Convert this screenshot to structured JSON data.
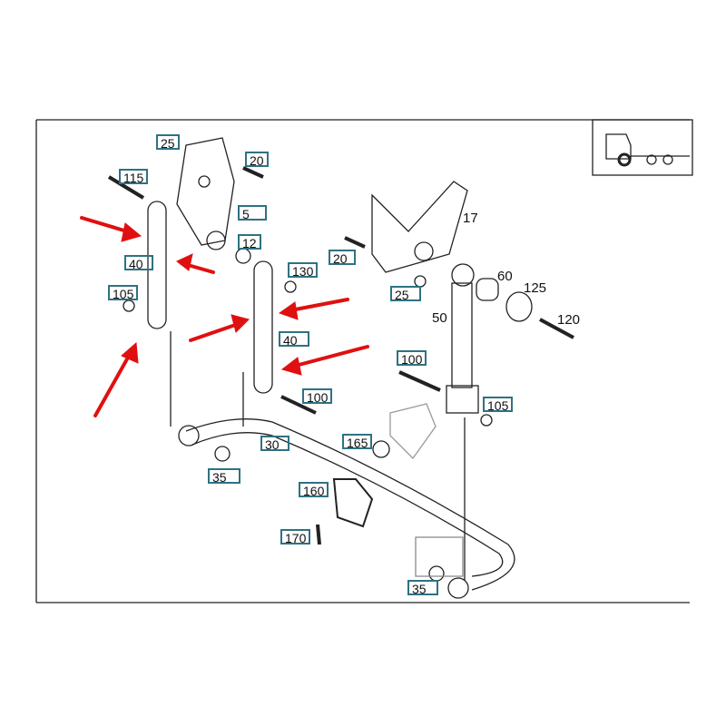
{
  "diagram": {
    "part_labels": [
      {
        "id": "25",
        "boxed": true
      },
      {
        "id": "20",
        "boxed": true
      },
      {
        "id": "115",
        "boxed": true
      },
      {
        "id": "5",
        "boxed": true
      },
      {
        "id": "12",
        "boxed": true
      },
      {
        "id": "40",
        "boxed": true
      },
      {
        "id": "105",
        "boxed": true
      },
      {
        "id": "130",
        "boxed": true
      },
      {
        "id": "20",
        "boxed": true
      },
      {
        "id": "17",
        "boxed": false
      },
      {
        "id": "25",
        "boxed": true
      },
      {
        "id": "60",
        "boxed": false
      },
      {
        "id": "125",
        "boxed": false
      },
      {
        "id": "50",
        "boxed": false
      },
      {
        "id": "120",
        "boxed": false
      },
      {
        "id": "40",
        "boxed": true
      },
      {
        "id": "100",
        "boxed": true
      },
      {
        "id": "100",
        "boxed": true
      },
      {
        "id": "105",
        "boxed": true
      },
      {
        "id": "30",
        "boxed": true
      },
      {
        "id": "165",
        "boxed": true
      },
      {
        "id": "35",
        "boxed": true
      },
      {
        "id": "160",
        "boxed": true
      },
      {
        "id": "170",
        "boxed": true
      },
      {
        "id": "35",
        "boxed": true
      }
    ],
    "colors": {
      "label_border": "#2e7282",
      "arrow": "#e01010",
      "line": "#222222"
    }
  }
}
